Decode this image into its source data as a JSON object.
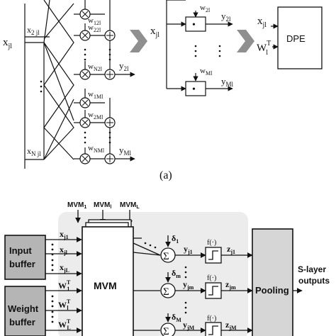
{
  "caption_a": "(a)",
  "top": {
    "x_jl": "x",
    "x_jl_sub": "jl",
    "x_2jl": "x",
    "x_2jl_sub": "2 jl",
    "x_Njl": "x",
    "x_Njl_sub": "N jl",
    "w_12l": "w",
    "w_12l_sub": "12l",
    "w_22l": "w",
    "w_22l_sub": "22l",
    "w_N2l": "w",
    "w_N2l_sub": "N2l",
    "w_1Ml": "w",
    "w_1Ml_sub": "1Ml",
    "w_2Ml": "w",
    "w_2Ml_sub": "2Ml",
    "w_NMl": "w",
    "w_NMl_sub": "NMl",
    "y_2l": "y",
    "y_2l_sub": "2l",
    "y_Ml": "y",
    "y_Ml_sub": "Ml",
    "mid_x": "x",
    "mid_x_sub": "jl",
    "mid_w2": "w",
    "mid_w2_sub": "2l",
    "mid_wM": "w",
    "mid_wM_sub": "Ml",
    "mid_y2": "y",
    "mid_y2_sub": "2l",
    "mid_yM": "y",
    "mid_yM_sub": "Ml",
    "dot": "•",
    "right_x": "x",
    "right_x_sub": "jl",
    "right_W": "W",
    "right_W_sup": "T",
    "right_W_sub": "l",
    "dpe_label": "DPE"
  },
  "bottom": {
    "mvm1": "MVM",
    "mvm1_sub": "1",
    "mvml": "MVM",
    "mvml_sub": "l",
    "mvmL": "MVM",
    "mvmL_sub": "L",
    "input_buffer_line1": "Input",
    "input_buffer_line2": "buffer",
    "weight_buffer_line1": "Weight",
    "weight_buffer_line2": "buffer",
    "x_j1": "x",
    "x_j1_sub": "j1",
    "x_jl": "x",
    "x_jl_sub": "jl",
    "x_jL": "x",
    "x_jL_sub": "jL",
    "W1": "W",
    "W1_sup": "T",
    "W1_sub": "1",
    "Wl": "W",
    "Wl_sup": "T",
    "Wl_sub": "l",
    "WL": "W",
    "WL_sup": "T",
    "WL_sub": "L",
    "mvm_label": "MVM",
    "sigma": "Σ",
    "delta_1": "δ",
    "delta_1_sub": "1",
    "delta_m": "δ",
    "delta_m_sub": "m",
    "delta_M": "δ",
    "delta_M_sub": "M",
    "y_j1": "y",
    "y_j1_sub": "j1",
    "y_jm": "y",
    "y_jm_sub": "jm",
    "y_jM": "y",
    "y_jM_sub": "jM",
    "f_1": "f(·)",
    "f_m": "f(·)",
    "f_M": "f(·)",
    "z_j1": "z",
    "z_j1_sub": "j1",
    "z_jm": "z",
    "z_jm_sub": "jm",
    "z_jM": "z",
    "z_jM_sub": "jM",
    "pooling_label": "Pooling",
    "output_line1": "S-layer",
    "output_line2": "outputs"
  }
}
